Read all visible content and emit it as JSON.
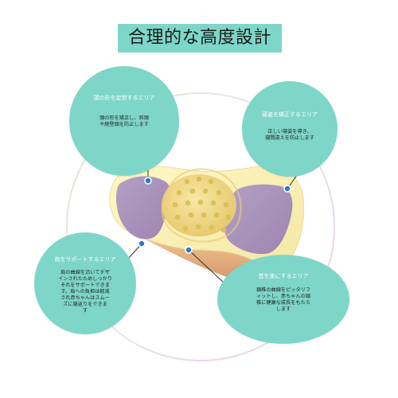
{
  "title": "合理的な高度設計",
  "colors": {
    "teal": "#7ed6c8",
    "pillow_cream": "#fff4b8",
    "pillow_side": "#a990b6",
    "pillow_center": "#ecd58b",
    "accent_blue": "#2d77d0"
  },
  "features": {
    "head": {
      "title": "頭の形を定型するエリア",
      "text": "頭の形を矯正し、斜頭\nや絶壁頭を防止します"
    },
    "posture": {
      "title": "寝姿を矯正するエリア",
      "text": "正しい寝姿を導き、\n寝間違えを防止します"
    },
    "shoulder": {
      "title": "肩をサポートするエリア",
      "text": "肩の曲線を沿いてデザ\nインされたためしっかり\nそれをサポートできま\nす。肩への負担は軽減\nされ赤ちゃんはスムー\nズに寝返りをできま\nす"
    },
    "neck": {
      "title": "首を楽にするエリア",
      "text": "頚椎の曲線をピッタリフ\nィットし、赤ちゃんの頸\n椎に健康な成長をもたら\nします"
    }
  }
}
